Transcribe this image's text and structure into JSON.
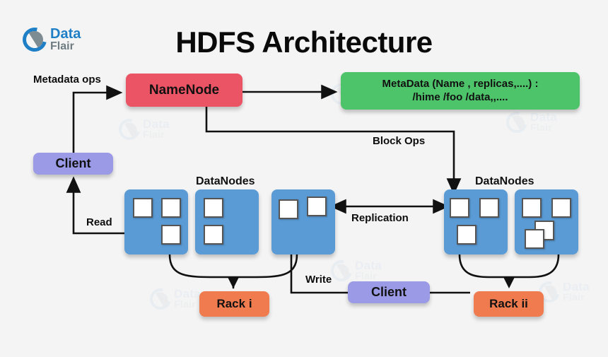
{
  "page": {
    "title": "HDFS Architecture",
    "background_color": "#f4f4f4"
  },
  "logo": {
    "name": "dataflair-logo",
    "text_top": "Data",
    "text_bottom": "Flair"
  },
  "watermark": {
    "text_top": "Data",
    "text_bottom": "Flair"
  },
  "colors": {
    "namenode": "#ea5464",
    "metadata": "#4ec46a",
    "client": "#9a9ae6",
    "datanode": "#5b9bd5",
    "rack": "#f07b4f",
    "block": "#ffffff",
    "arrow": "#111111",
    "text": "#111111"
  },
  "nodes": {
    "namenode": {
      "label": "NameNode"
    },
    "metadata": {
      "line1": "MetaData (Name , replicas,....) :",
      "line2": "/hime /foo /data,,...."
    },
    "client_left": {
      "label": "Client"
    },
    "client_bottom": {
      "label": "Client"
    },
    "rack_left": {
      "label": "Rack i"
    },
    "rack_right": {
      "label": "Rack ii"
    }
  },
  "datanode_groups": [
    {
      "heading": "DataNodes",
      "side": "left",
      "nodes": [
        {
          "blocks": 3,
          "layout": "two-top-one-bottom-right"
        },
        {
          "blocks": 2,
          "layout": "one-top-left-one-bottom-left"
        },
        {
          "blocks": 2,
          "layout": "two-top"
        }
      ]
    },
    {
      "heading": "DataNodes",
      "side": "right",
      "nodes": [
        {
          "blocks": 3,
          "layout": "two-top-one-bottom-left"
        },
        {
          "blocks": 4,
          "layout": "two-top-two-overlapping"
        }
      ]
    }
  ],
  "edges": [
    {
      "label": "Metadata ops",
      "from": "client_left",
      "to": "namenode"
    },
    {
      "label": "Block Ops",
      "from": "namenode",
      "to": "datanodes_right"
    },
    {
      "label": "Read",
      "from": "datanode_left_1",
      "to": "client_left"
    },
    {
      "label": "Replication",
      "from": "datanodes_left",
      "to": "datanodes_right",
      "bidirectional": true
    },
    {
      "label": "Write",
      "from": "client_bottom",
      "to": "datanode_left_3"
    },
    {
      "label": "",
      "from": "namenode",
      "to": "metadata"
    }
  ]
}
